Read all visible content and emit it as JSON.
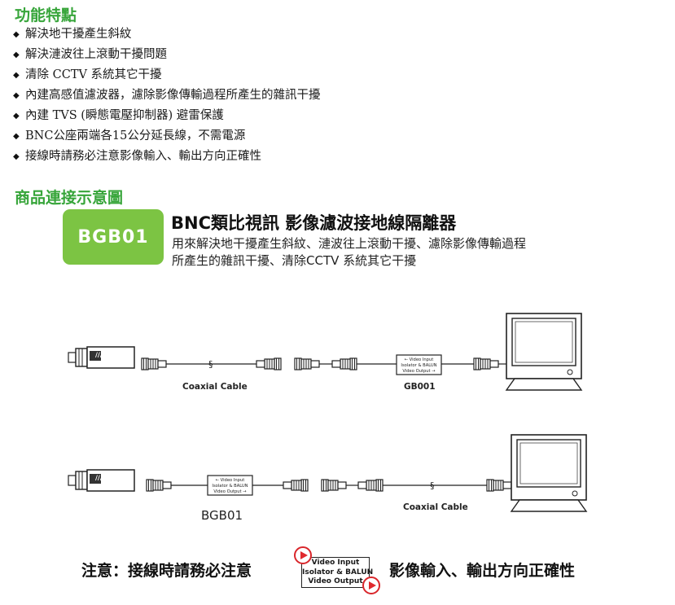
{
  "features": {
    "title": "功能特點",
    "items": [
      "解決地干擾產生斜紋",
      "解決漣波往上滾動干擾問題",
      "清除 CCTV 系統其它干擾",
      "內建高感值濾波器，濾除影像傳輸過程所產生的雜訊干擾",
      "內建 TVS (瞬態電壓抑制器) 避雷保護",
      "BNC公座兩端各15公分延長線，不需電源",
      "接線時請務必注意影像輸入、輸出方向正確性"
    ]
  },
  "diagram_section": {
    "title": "商品連接示意圖",
    "badge": "BGB01",
    "product_title": "BNC類比視訊 影像濾波接地線隔離器",
    "product_desc_line1": "用來解決地干擾產生斜紋、漣波往上滾動干擾、濾除影像傳輸過程",
    "product_desc_line2": "所產生的雜訊干擾、清除CCTV 系統其它干擾",
    "diagram1": {
      "cable_label": "Coaxial Cable",
      "device_label": "GB001",
      "box_line1": "← Video Input",
      "box_line2": "Isolator & BALUN",
      "box_line3": "Video Output →"
    },
    "diagram2": {
      "cable_label": "Coaxial Cable",
      "device_label": "BGB01",
      "box_line1": "← Video Input",
      "box_line2": "Isolator & BALUN",
      "box_line3": "Video Output →"
    },
    "camera_mark": "///",
    "break_mark": "§"
  },
  "note": {
    "left": "注意：接線時請務必注意",
    "right": "影像輸入、輸出方向正確性",
    "box_line1": "Video Input",
    "box_line2": "Isolator & BALUN",
    "box_line3": "Video Output"
  },
  "colors": {
    "green_title": "#37a53a",
    "badge_green": "#7cc443",
    "arrow_red": "#e0292e"
  }
}
